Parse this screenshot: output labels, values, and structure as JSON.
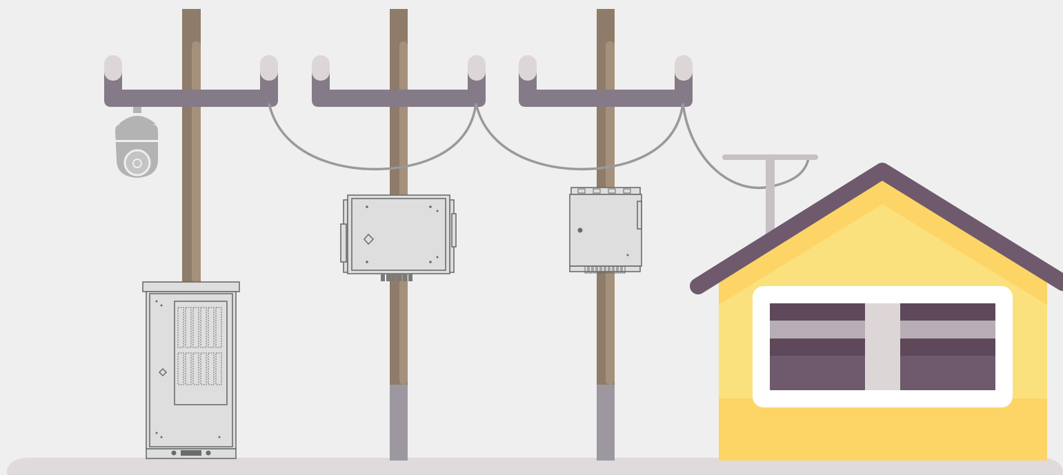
{
  "scene": {
    "description_labels": [],
    "elements": [
      {
        "id": "ptz-camera",
        "icon": "dome-ptz-camera-icon"
      },
      {
        "id": "outdoor-cabinet",
        "icon": "floor-standing-cabinet-icon"
      },
      {
        "id": "pole-mounted-enclosure-1",
        "icon": "wall-mount-enclosure-icon"
      },
      {
        "id": "pole-mounted-enclosure-2",
        "icon": "din-enclosure-icon"
      },
      {
        "id": "house",
        "icon": "house-icon"
      },
      {
        "id": "antenna",
        "icon": "antenna-icon"
      }
    ]
  },
  "colors": {
    "background": "#efefef",
    "ground": "#dfdadb",
    "pole_wood": "#8f7b69",
    "pole_wood_highlight": "#a5907c",
    "pole_base": "#9d98a0",
    "crossarm": "#857a87",
    "insulator": "#ddd6d7",
    "wire": "#999999",
    "enclosure_fill": "#dedede",
    "enclosure_stroke": "#6b6b6b",
    "camera": "#b3b3b3",
    "house_wall": "#fae17d",
    "house_wall_bottom": "#fdd466",
    "house_roof": "#6e5a6c",
    "window_frame": "#ffffff",
    "window_dark": "#5e485a",
    "window_light": "#b6aeb4",
    "window_divider": "#ddd6d7",
    "antenna": "#c8c0c4"
  }
}
